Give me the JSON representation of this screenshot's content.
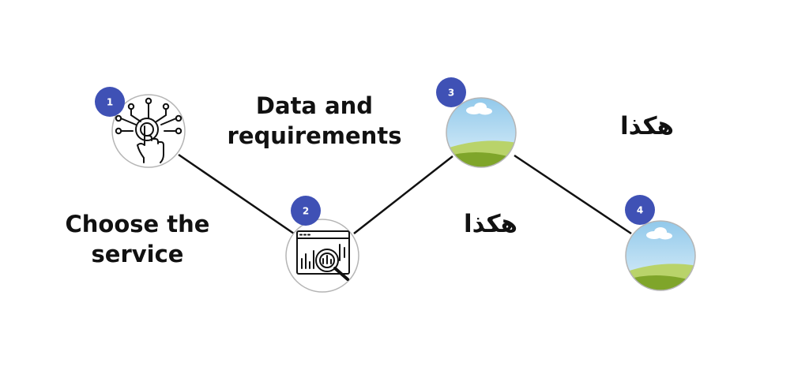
{
  "steps": [
    {
      "number": "1",
      "label": "Choose the service",
      "icon": "touch-network-icon"
    },
    {
      "number": "2",
      "label": "Data and requirements",
      "icon": "analytics-magnifier-icon"
    },
    {
      "number": "3",
      "label": "هكذا",
      "icon": "image-placeholder-icon"
    },
    {
      "number": "4",
      "label": "هكذا",
      "icon": "image-placeholder-icon"
    }
  ],
  "colors": {
    "badge": "#3F51B5",
    "line": "#111111",
    "circle_border": "#b5b5b5",
    "sky_top": "#8ec7ea",
    "sky_bottom": "#dff1fb",
    "hill_back": "#b9d36a",
    "hill_front": "#7fa52a"
  }
}
